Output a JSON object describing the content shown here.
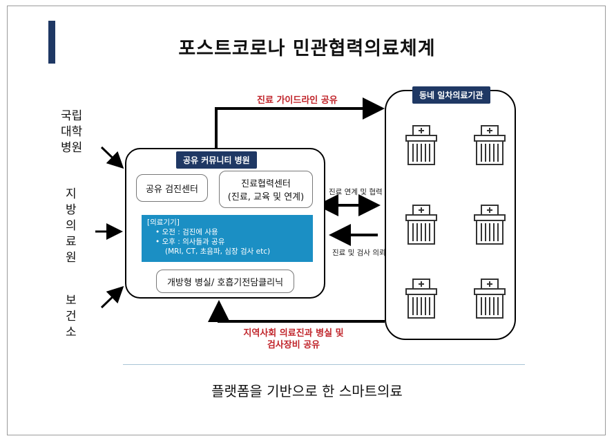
{
  "title": "포스트코로나 민관협력의료체계",
  "left_labels": {
    "university": "국립\n대학\n병원",
    "local": "지\n방\n의\n료\n원",
    "health_center": "보\n건\n소"
  },
  "hospital": {
    "tag": "공유 커뮤니티 병원",
    "checkup_center": "공유 검진센터",
    "coop_center_title": "진료협력센터",
    "coop_center_sub": "(진료, 교육 및 연계)",
    "equipment": {
      "heading": "[의료기기]",
      "morning": "•   오전 : 검진에 사용",
      "afternoon": "•   오후 : 의사들과 공유",
      "detail": "(MRI, CT, 초음파, 심장 검사 etc)"
    },
    "ward": "개방형 병실/ 호흡기전담클리닉"
  },
  "clinics": {
    "tag": "동네 일차의료기관",
    "count": 6
  },
  "arrows": {
    "guideline": "진료 가이드라인 공유",
    "link_coop": "진료 연계 및 협력",
    "referral": "진료 및 검사 의뢰",
    "share_line1": "지역사회 의료진과 병실 및",
    "share_line2": "검사장비 공유"
  },
  "footer": "플랫폼을 기반으로 한 스마트의료",
  "colors": {
    "navy": "#1f3864",
    "equipment_blue": "#1b8fc4",
    "arrow_label_red": "#c0242a"
  }
}
